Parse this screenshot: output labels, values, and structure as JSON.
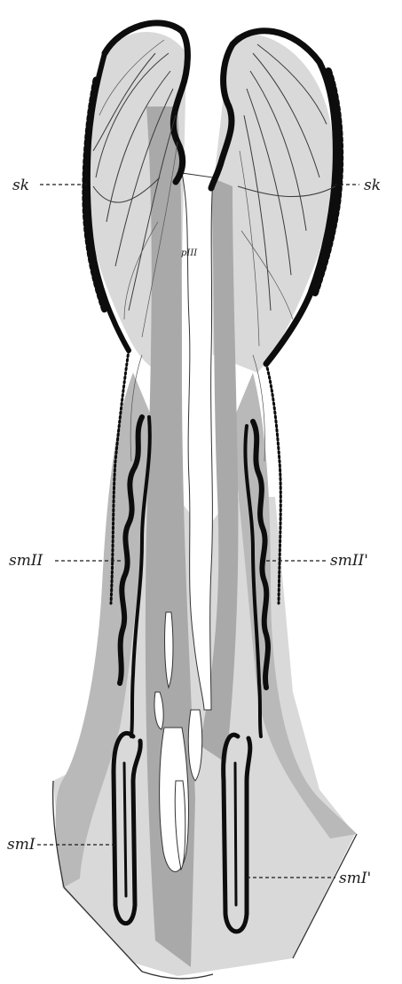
{
  "labels": {
    "sk_left": "sk",
    "sk_right": "sk",
    "p3": "pIII",
    "sm2_left": "smII",
    "sm2_right": "smII'",
    "sm1_left": "smI",
    "sm1_right": "smI'"
  },
  "colors": {
    "tissue": "#b9b9b9",
    "cuticle": "#0d0d0d",
    "background": "#ffffff"
  }
}
